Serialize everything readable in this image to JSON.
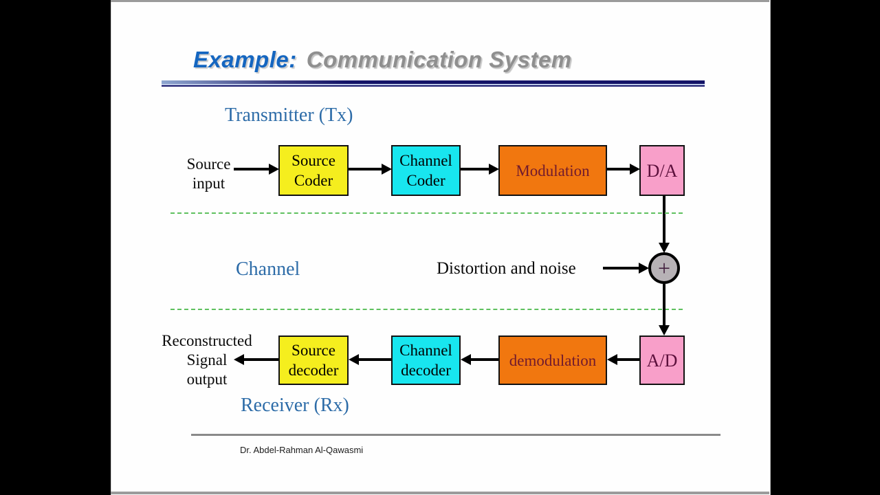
{
  "slide": {
    "title": {
      "prefix": "Example:",
      "rest": "Communication System"
    },
    "footer": {
      "author": "Dr. Abdel-Rahman Al-Qawasmi"
    }
  },
  "sections": {
    "transmitter": {
      "label": "Transmitter (Tx)"
    },
    "channel": {
      "label": "Channel"
    },
    "receiver": {
      "label": "Receiver (Rx)"
    }
  },
  "transmitter_chain": {
    "input_label": "Source\ninput",
    "blocks": {
      "source_coder": {
        "label": "Source\nCoder"
      },
      "channel_coder": {
        "label": "Channel\nCoder"
      },
      "modulation": {
        "label": "Modulation"
      },
      "d_a": {
        "label": "D/A"
      }
    }
  },
  "channel_section": {
    "noise_label": "Distortion and noise",
    "adder_symbol": "+"
  },
  "receiver_chain": {
    "blocks": {
      "a_d": {
        "label": "A/D"
      },
      "demodulation": {
        "label": "demodulation"
      },
      "channel_decoder": {
        "label": "Channel\ndecoder"
      },
      "source_decoder": {
        "label": "Source\ndecoder"
      }
    },
    "output_label": "Reconstructed\nSignal\noutput"
  },
  "colors": {
    "yellow_box": "#f5ee1e",
    "cyan_box": "#18e6ef",
    "orange_box": "#f1770f",
    "pink_box": "#f89fc9",
    "adder_gray": "#b7b2b6",
    "title_blue": "#1566c0",
    "title_gray": "#8f8f8f",
    "section_blue": "#2d6ca8",
    "dashed_green": "#5ec05e"
  }
}
